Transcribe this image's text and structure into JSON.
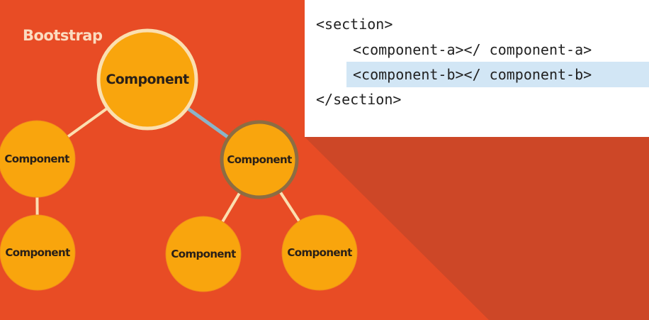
{
  "title": "Bootstrap",
  "colors": {
    "background": "#e84c25",
    "shadow_band": "#cd4727",
    "node_fill": "#f9a50d",
    "node_border_light": "#fbdfb0",
    "node_border_selected": "#8c6d43",
    "edge": "#fbdfb0",
    "edge_selected": "#8ab4c8",
    "title": "#fbdcc0",
    "label": "#2a2018",
    "code_highlight": "#d2e6f5"
  },
  "nodes": [
    {
      "id": "root",
      "label": "Component",
      "selected": false
    },
    {
      "id": "left",
      "label": "Component",
      "selected": false
    },
    {
      "id": "right",
      "label": "Component",
      "selected": true
    },
    {
      "id": "left-child",
      "label": "Component",
      "selected": false
    },
    {
      "id": "right-child-a",
      "label": "Component",
      "selected": false
    },
    {
      "id": "right-child-b",
      "label": "Component",
      "selected": false
    }
  ],
  "edges": [
    {
      "from": "root",
      "to": "left",
      "highlighted": false
    },
    {
      "from": "root",
      "to": "right",
      "highlighted": true
    },
    {
      "from": "left",
      "to": "left-child",
      "highlighted": false
    },
    {
      "from": "right",
      "to": "right-child-a",
      "highlighted": false
    },
    {
      "from": "right",
      "to": "right-child-b",
      "highlighted": false
    }
  ],
  "code": {
    "lines": [
      "<section>",
      "<component-a></ component-a>",
      "<component-b></ component-b>",
      "</section>"
    ],
    "highlighted_line": 2
  }
}
